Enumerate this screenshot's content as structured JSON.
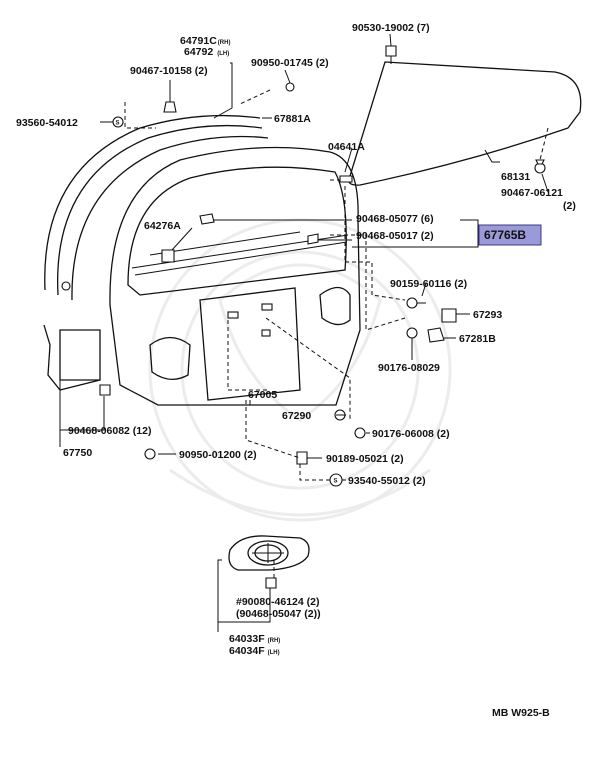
{
  "labels": {
    "p64791c": "64791C",
    "p64791c_note": "(RH)",
    "p64792": "64792",
    "p64792_note": "(LH)",
    "p90467_10158": "90467-10158 (2)",
    "p90950_01745": "90950-01745 (2)",
    "p90530_19002": "90530-19002 (7)",
    "p93560_54012": "93560-54012",
    "p67881a": "67881A",
    "p04641a": "04641A",
    "p68131": "68131",
    "p90467_06121": "90467-06121",
    "p90467_06121_qty": "(2)",
    "p64276a": "64276A",
    "p90468_05077": "90468-05077 (6)",
    "p90468_05017": "90468-05017 (2)",
    "p67765b": "67765B",
    "p90159_60116": "90159-60116 (2)",
    "p67293": "67293",
    "p67281b": "67281B",
    "p90176_08029": "90176-08029",
    "p67005": "67005",
    "p67290": "67290",
    "p90176_06008": "90176-06008 (2)",
    "p90468_06082": "90468-06082 (12)",
    "p67750": "67750",
    "p90950_01200": "90950-01200 (2)",
    "p90189_05021": "90189-05021 (2)",
    "p93540_55012": "93540-55012 (2)",
    "p90080_46124": "#90080-46124 (2)",
    "p90468_05047": "(90468-05047 (2))",
    "p64033f": "64033F",
    "p64033f_note": "(RH)",
    "p64034f": "64034F",
    "p64034f_note": "(LH)",
    "diagram_code": "MB  W925-B"
  },
  "highlight_color": "#9a9ad8"
}
